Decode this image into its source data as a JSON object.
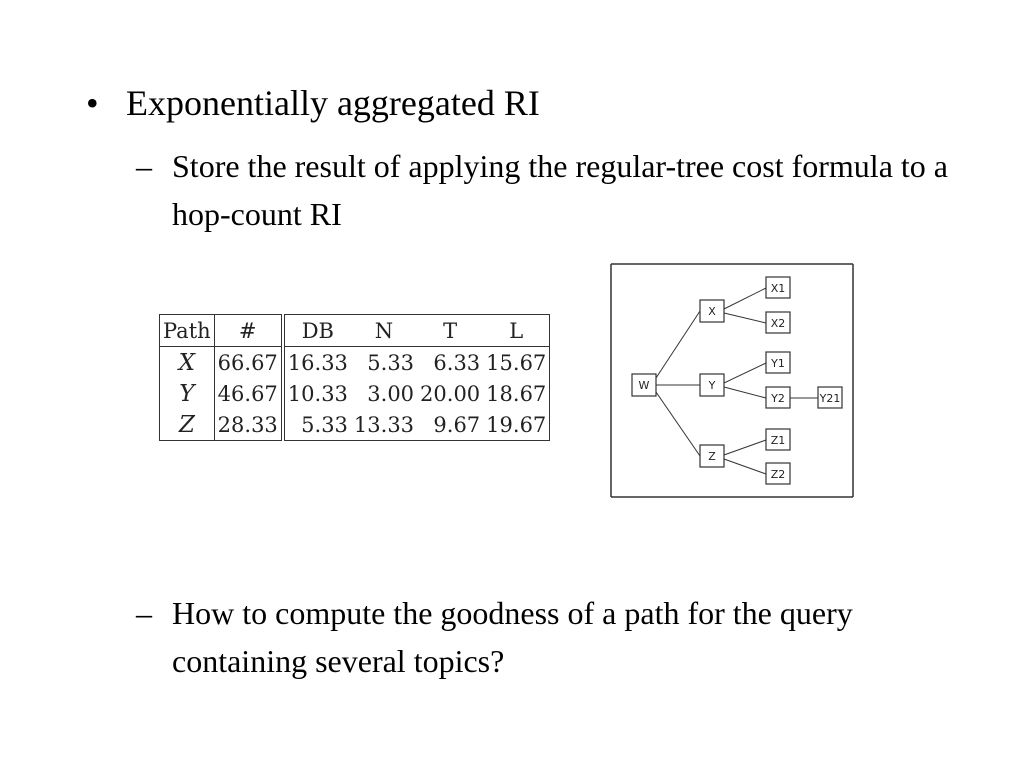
{
  "bullets": {
    "main_mark": "•",
    "main_text": "Exponentially aggregated RI",
    "sub_mark": "–",
    "sub1_text": "Store the result of applying the regular-tree cost formula to a hop-count RI",
    "sub2_text": "How to compute the goodness of a path for the query containing several topics?"
  },
  "table": {
    "headers": [
      "Path",
      "#",
      "DB",
      "N",
      "T",
      "L"
    ],
    "rows": [
      {
        "path": "X",
        "hash": "66.67",
        "db": "16.33",
        "n": "5.33",
        "t": "6.33",
        "l": "15.67"
      },
      {
        "path": "Y",
        "hash": "46.67",
        "db": "10.33",
        "n": "3.00",
        "t": "20.00",
        "l": "18.67"
      },
      {
        "path": "Z",
        "hash": "28.33",
        "db": "5.33",
        "n": "13.33",
        "t": "9.67",
        "l": "19.67"
      }
    ]
  },
  "tree": {
    "nodes": {
      "w": "W",
      "x": "X",
      "y": "Y",
      "z": "Z",
      "x1": "X1",
      "x2": "X2",
      "y1": "Y1",
      "y2": "Y2",
      "y21": "Y21",
      "z1": "Z1",
      "z2": "Z2"
    }
  }
}
